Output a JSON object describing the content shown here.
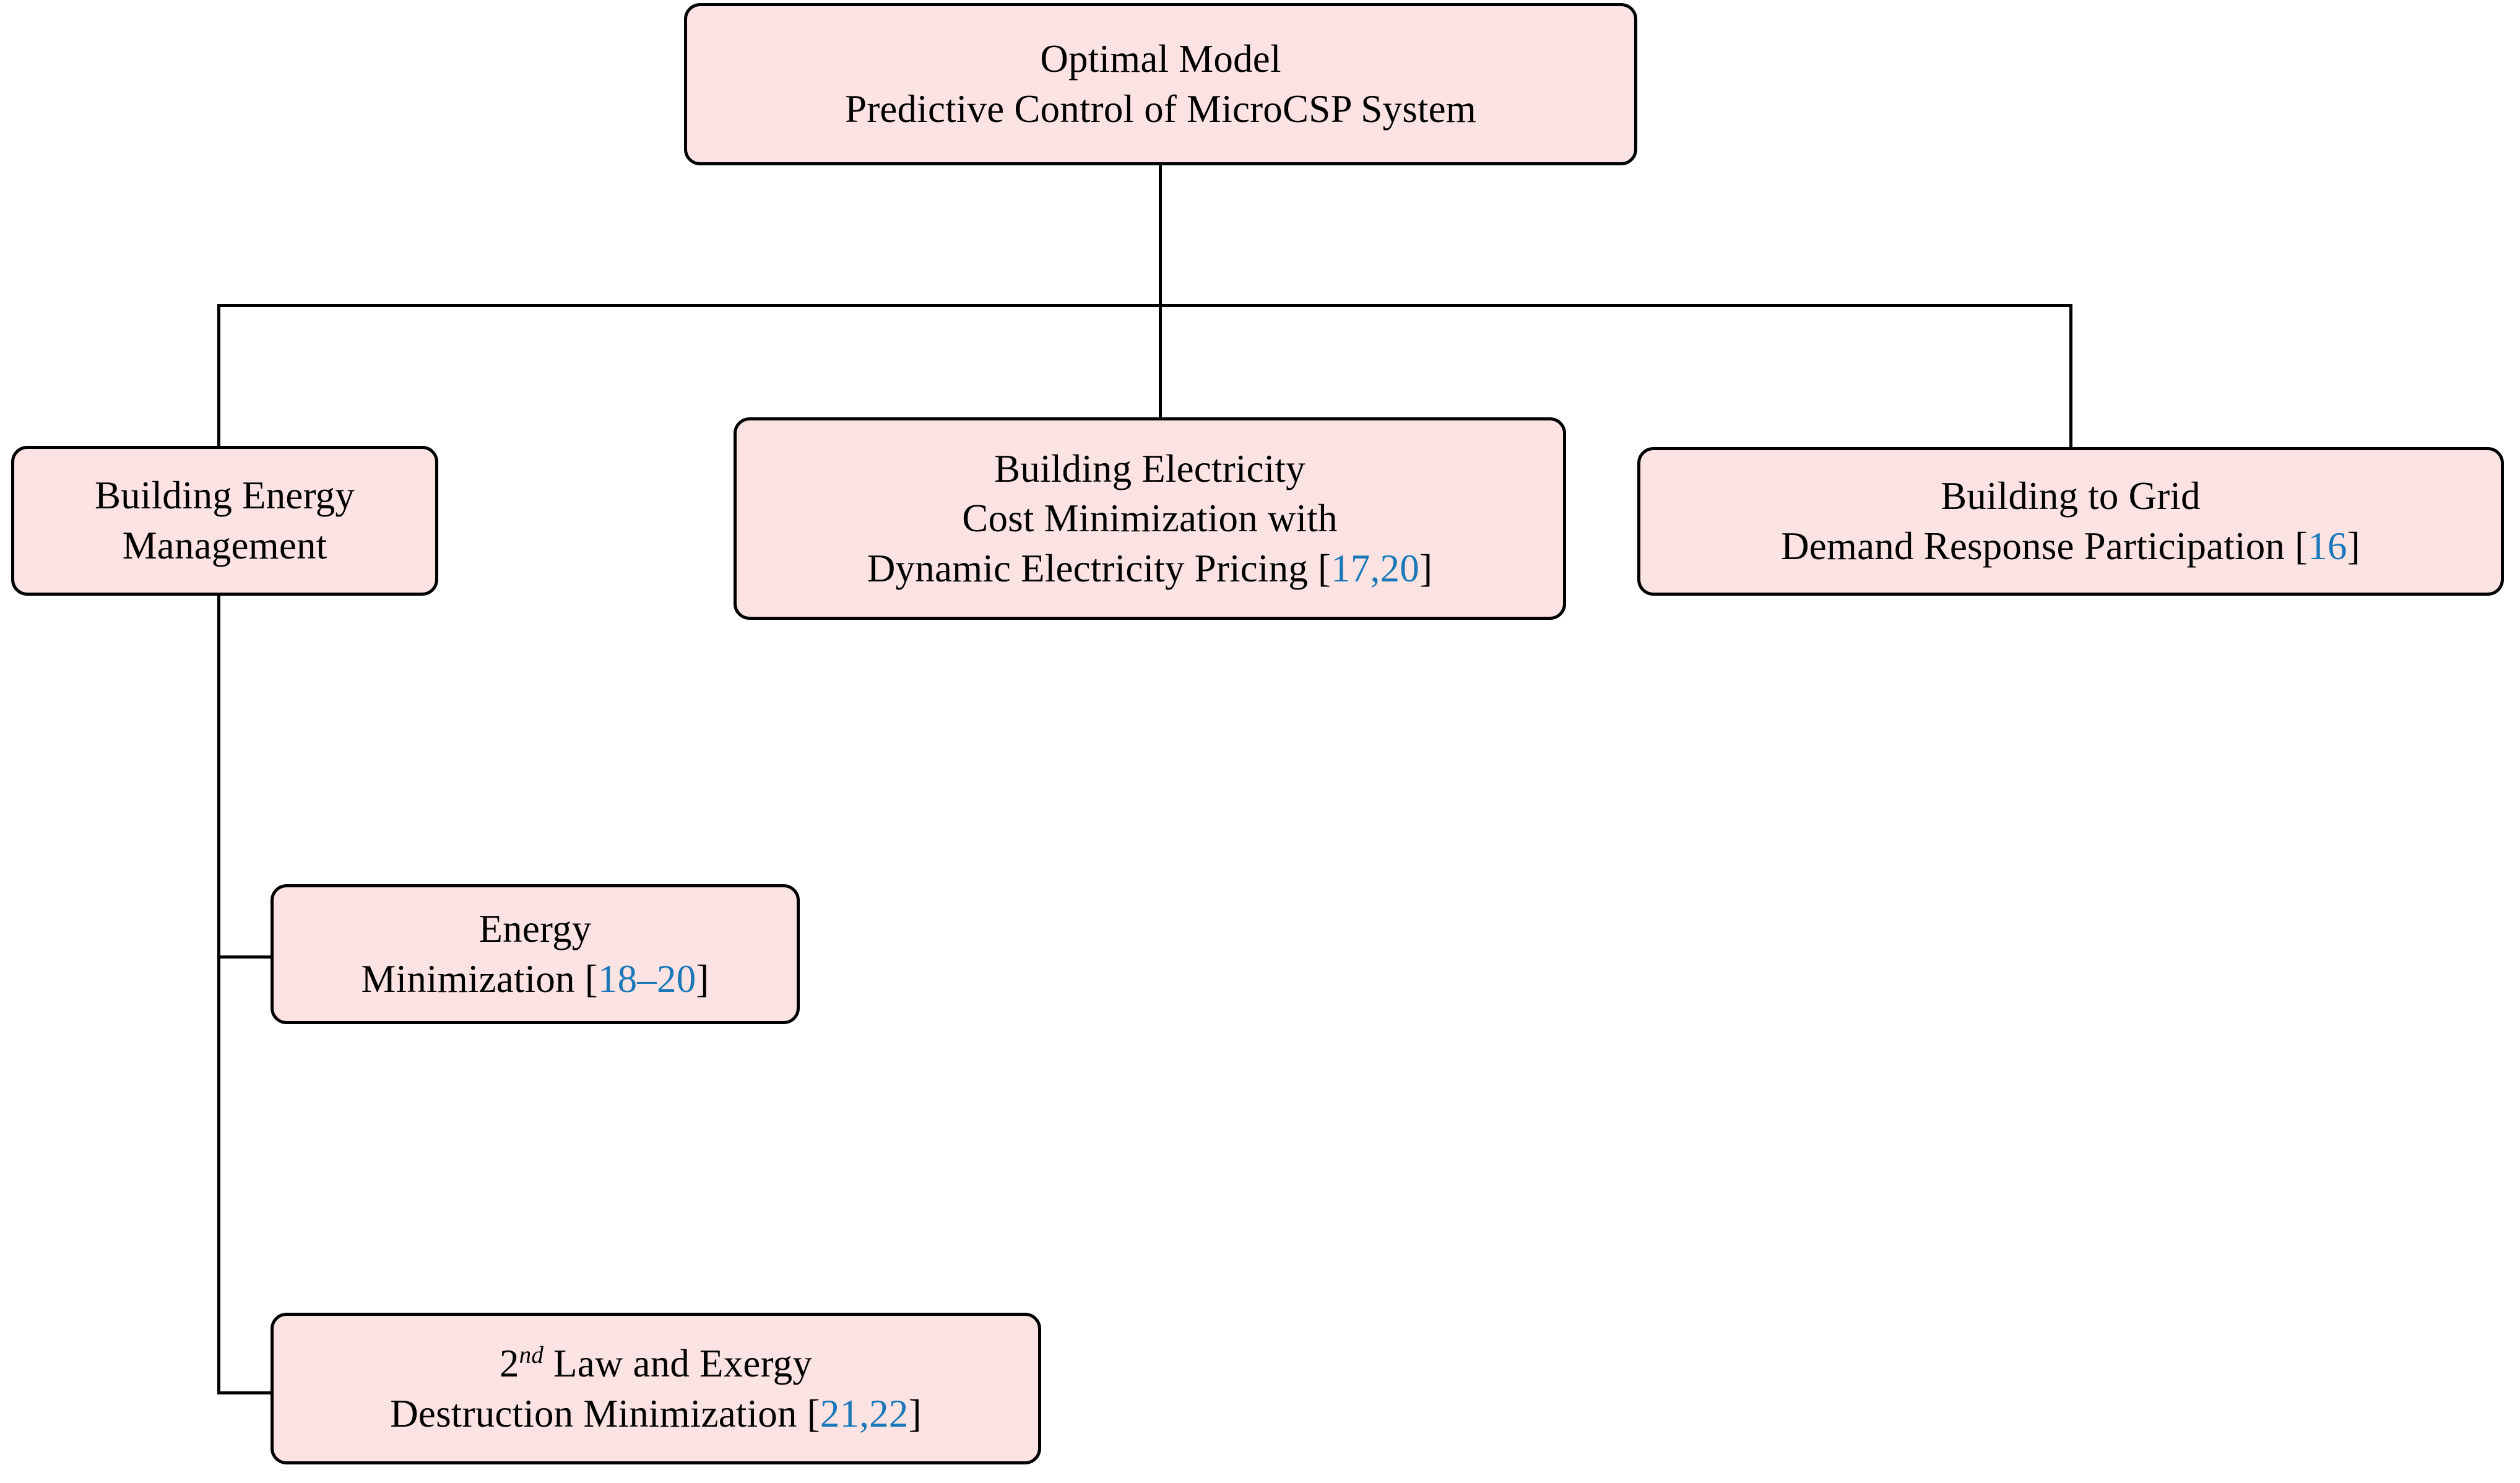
{
  "diagram": {
    "title": "Optimal Model Predictive Control of MicroCSP System taxonomy",
    "colors": {
      "node_fill": "#fce3e3",
      "node_border": "#000000",
      "citation": "#1a78b8",
      "background": "#ffffff"
    }
  },
  "nodes": {
    "root": {
      "line1": "Optimal Model",
      "line2": "Predictive Control of MicroCSP System"
    },
    "building_energy_management": {
      "line1": "Building Energy",
      "line2": "Management"
    },
    "building_electricity_cost": {
      "line1": "Building Electricity",
      "line2": "Cost Minimization with",
      "line3_text": "Dynamic Electricity Pricing ",
      "line3_open": "[",
      "line3_cite": "17,20",
      "line3_close": "]"
    },
    "building_to_grid": {
      "line1": "Building to Grid",
      "line2_text": "Demand Response Participation ",
      "line2_open": "[",
      "line2_cite": "16",
      "line2_close": "]"
    },
    "energy_minimization": {
      "line1": "Energy",
      "line2_text": "Minimization ",
      "line2_open": "[",
      "line2_cite": "18–20",
      "line2_close": "]"
    },
    "exergy_destruction": {
      "line1_num": "2",
      "line1_ord": "nd",
      "line1_rest": " Law and Exergy",
      "line2_text": "Destruction Minimization ",
      "line2_open": "[",
      "line2_cite": "21,22",
      "line2_close": "]"
    }
  }
}
